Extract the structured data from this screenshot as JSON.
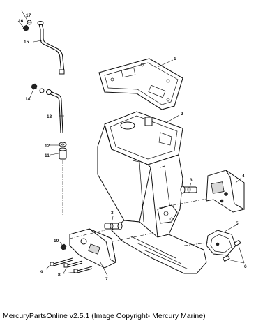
{
  "diagram": {
    "callouts": {
      "c1": "1",
      "c2": "2",
      "c3a": "3",
      "c3b": "3",
      "c4": "4",
      "c5": "5",
      "c6": "6",
      "c7": "7",
      "c8": "8",
      "c9": "9",
      "c10": "10",
      "c11": "11",
      "c12": "12",
      "c13": "13",
      "c14": "14",
      "c15": "15",
      "c16": "16",
      "c17": "17"
    }
  },
  "footer": {
    "caption": "MercuryPartsOnline v2.5.1 (Image Copyright- Mercury Marine)"
  }
}
